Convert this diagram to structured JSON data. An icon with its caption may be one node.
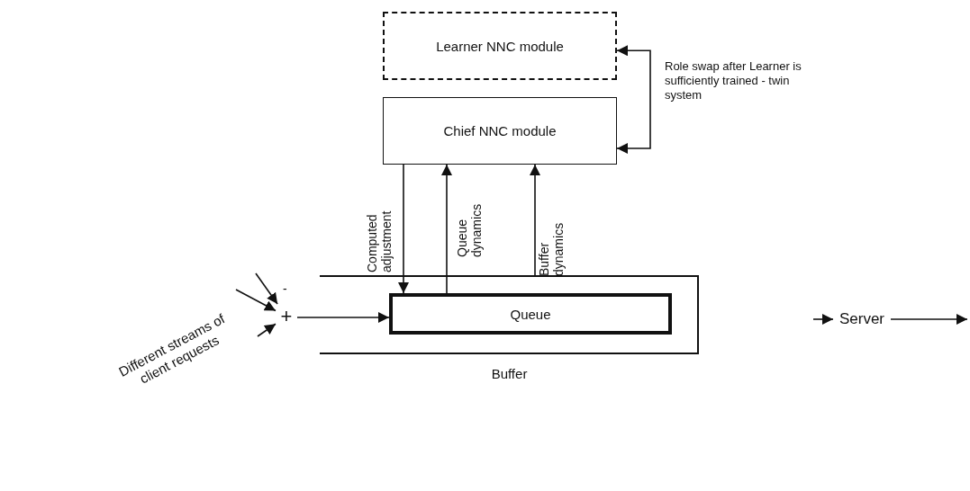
{
  "diagram": {
    "nodes": [
      {
        "text": [
          "Learner NNC module"
        ]
      },
      {
        "text": [
          "Chief NNC module"
        ]
      },
      {
        "text": [
          "Buffer"
        ]
      },
      {
        "text": [
          "Queue"
        ],
        "in": 2
      },
      {
        "text": [
          "+"
        ]
      },
      {
        "text": [
          "Server"
        ]
      }
    ],
    "edges": [
      {
        "from": 1,
        "to": 0,
        "arrow": "both",
        "label": "Role swap after Learner is sufficiently trained - twin system"
      },
      {
        "from": 1,
        "to": 3,
        "arrow": "to",
        "label": "Computed adjustment"
      },
      {
        "from": 3,
        "to": 1,
        "arrow": "to",
        "label": "Queue dynamics"
      },
      {
        "from": 2,
        "to": 1,
        "arrow": "to",
        "label": "Buffer dynamics"
      },
      {
        "from": 4,
        "to": 3,
        "arrow": "to"
      },
      {
        "from": null,
        "to": 4,
        "arrow": "to"
      },
      {
        "from": null,
        "to": 4,
        "arrow": "to"
      },
      {
        "from": null,
        "to": 4,
        "arrow": "to"
      },
      {
        "from": null,
        "to": 5,
        "arrow": "to"
      },
      {
        "from": 5,
        "to": null,
        "arrow": "to"
      }
    ],
    "labels": [
      "-",
      "Different streams of client requests"
    ]
  }
}
